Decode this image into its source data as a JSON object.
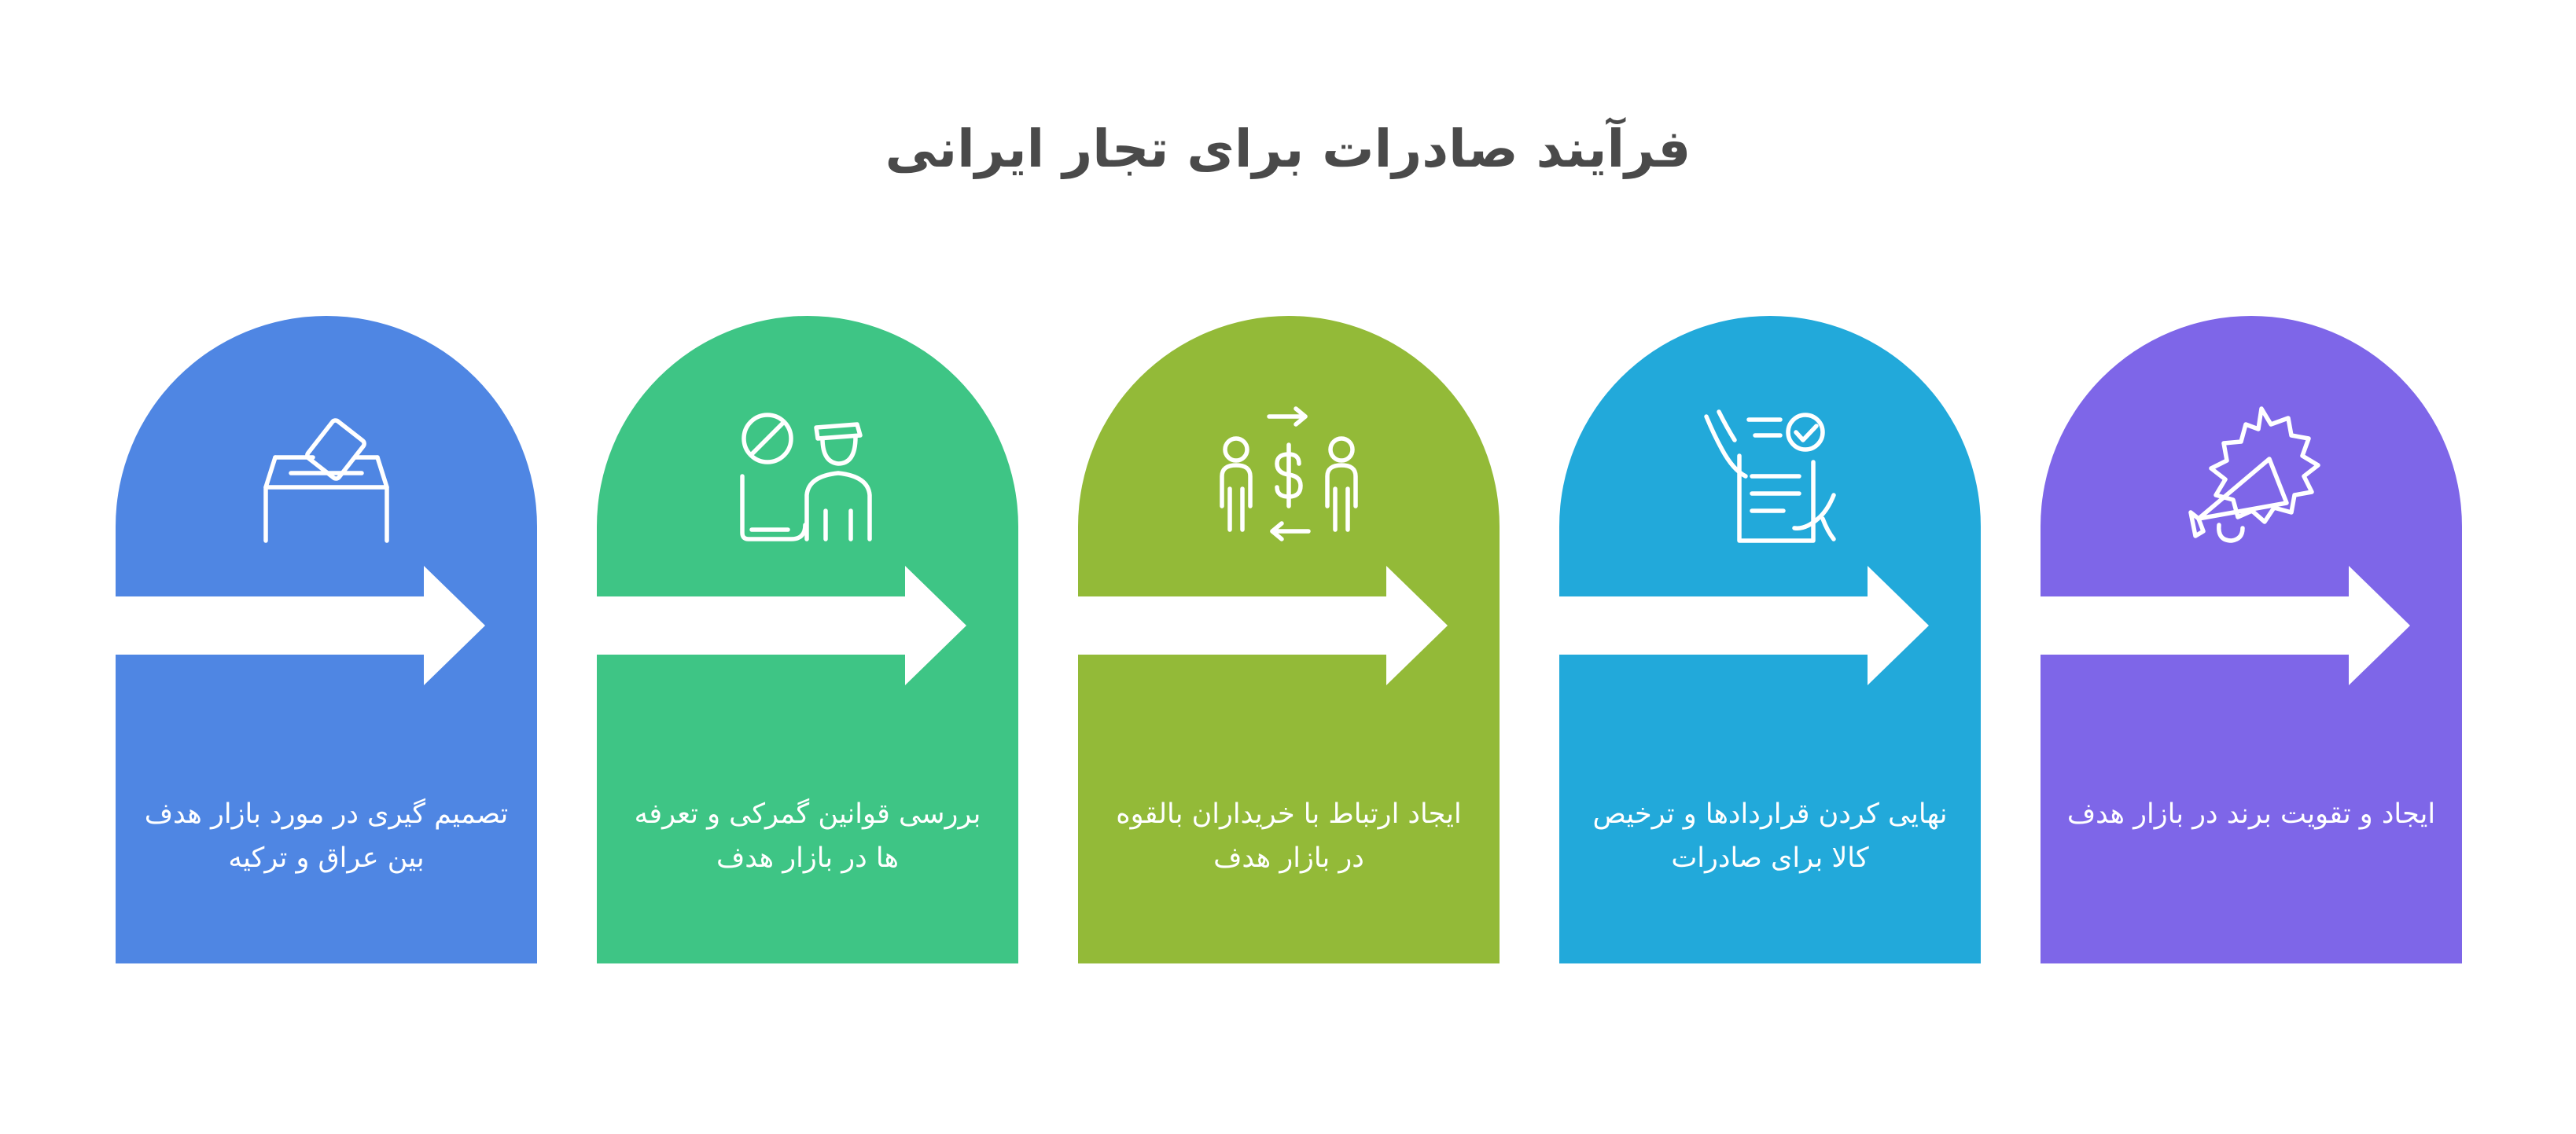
{
  "title": "فرآیند صادرات برای تجار ایرانی",
  "steps": [
    {
      "label": "تصمیم گیری در مورد بازار هدف بین عراق و ترکیه",
      "icon": "ballot-box-icon",
      "color": "#4f86e3"
    },
    {
      "label": "بررسی قوانین گمرکی و تعرفه ها در بازار هدف",
      "icon": "customs-officer-icon",
      "color": "#3ec585"
    },
    {
      "label": "ایجاد ارتباط با خریداران بالقوه در بازار هدف",
      "icon": "trade-exchange-icon",
      "color": "#93ba38"
    },
    {
      "label": "نهایی کردن قراردادها و ترخیص کالا برای صادرات",
      "icon": "contract-approval-icon",
      "color": "#22a9da"
    },
    {
      "label": "ایجاد و تقویت برند در بازار هدف",
      "icon": "megaphone-badge-icon",
      "color": "#7e66e8"
    }
  ]
}
